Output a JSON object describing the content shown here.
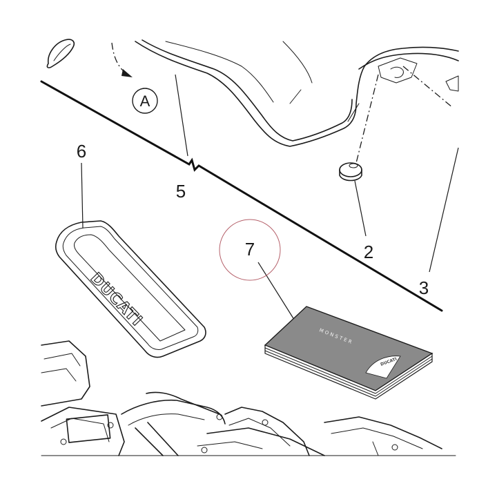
{
  "callouts": {
    "item_2": "2",
    "item_3": "3",
    "item_5": "5",
    "item_6": "6",
    "item_7": "7",
    "view_a": "A"
  },
  "cover_brand": "DUCATI",
  "manual_title": "MONSTER",
  "manual_logo": "DUCATI",
  "colors": {
    "line": "#1a1a1a",
    "highlight_circle": "#b5606a",
    "manual_cover": "#8a8a8a"
  }
}
